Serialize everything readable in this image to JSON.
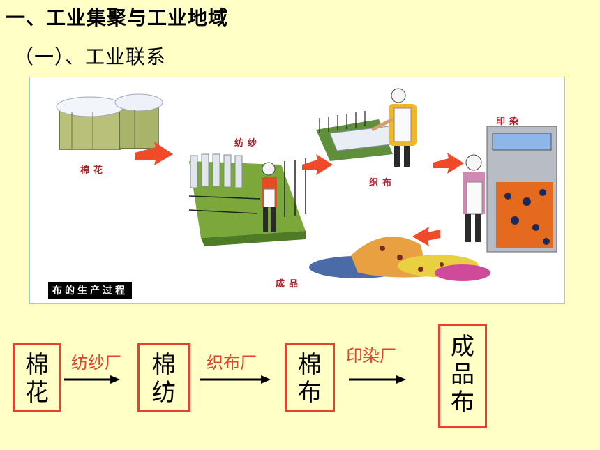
{
  "heading": "一、工业集聚与工业地域",
  "subheading": "（一）、工业联系",
  "illustration": {
    "caption": "布的生产过程",
    "labels": {
      "cotton": "棉花",
      "spinning": "纺纱",
      "weaving": "织布",
      "dyeing": "印染",
      "finished": "成品"
    }
  },
  "flow": {
    "boxes": [
      {
        "line1": "棉",
        "line2": "花"
      },
      {
        "line1": "棉",
        "line2": "纺"
      },
      {
        "line1": "棉",
        "line2": "布"
      },
      {
        "line1": "成",
        "line2": "品",
        "line3": "布"
      }
    ],
    "factories": [
      "纺纱厂",
      "织布厂",
      "印染厂"
    ]
  },
  "colors": {
    "background": "#ffffc6",
    "accent": "#e8402a",
    "arrow": "#f04a2a"
  }
}
